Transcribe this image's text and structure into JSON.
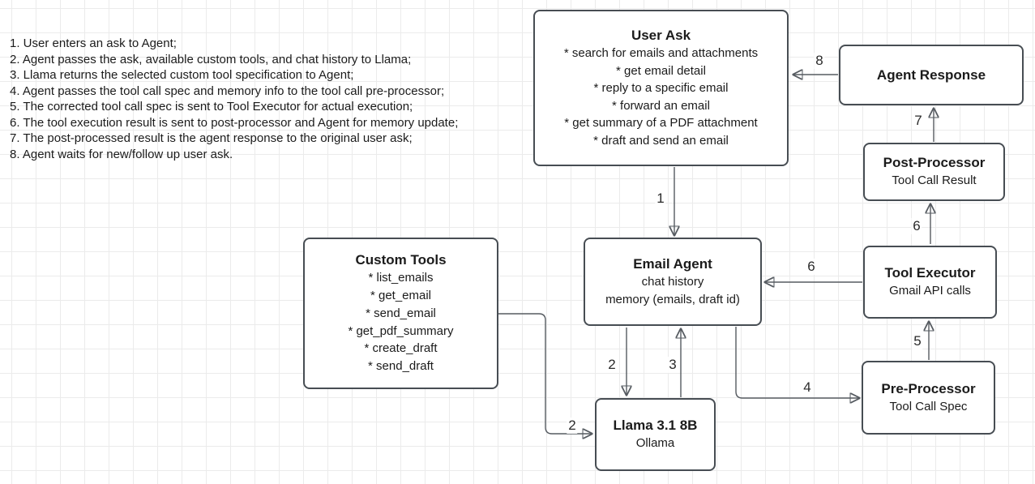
{
  "notes": {
    "lines": [
      "1. User enters an ask to Agent;",
      "2. Agent passes the ask, available custom tools, and chat history to Llama;",
      "3. Llama returns the selected custom tool specification to Agent;",
      "4. Agent passes the tool call spec and memory info to the tool call pre-processor;",
      "5. The corrected tool call spec is sent to Tool Executor for actual execution;",
      "6. The tool execution result is sent to post-processor and Agent for memory update;",
      "7. The post-processed result is the agent response to the original user ask;",
      "8. Agent waits for new/follow up user ask."
    ]
  },
  "boxes": {
    "user_ask": {
      "title": "User Ask",
      "items": [
        "* search for emails and attachments",
        "* get email detail",
        "* reply to a specific email",
        "* forward an email",
        "* get summary of a PDF attachment",
        "* draft and send an email"
      ]
    },
    "agent_response": {
      "title": "Agent Response"
    },
    "post_processor": {
      "title": "Post-Processor",
      "subtitle": "Tool Call Result"
    },
    "tool_executor": {
      "title": "Tool Executor",
      "subtitle": "Gmail API calls"
    },
    "pre_processor": {
      "title": "Pre-Processor",
      "subtitle": "Tool Call Spec"
    },
    "email_agent": {
      "title": "Email Agent",
      "lines": [
        "chat history",
        "memory (emails, draft id)"
      ]
    },
    "custom_tools": {
      "title": "Custom Tools",
      "items": [
        "* list_emails",
        "* get_email",
        "* send_email",
        "* get_pdf_summary",
        "* create_draft",
        "* send_draft"
      ]
    },
    "llama": {
      "title": "Llama 3.1 8B",
      "subtitle": "Ollama"
    }
  },
  "edge_labels": {
    "e1": "1",
    "e2_agent_to_llama": "2",
    "e2_tools_to_llama": "2",
    "e3": "3",
    "e4": "4",
    "e5": "5",
    "e6_executor_to_agent": "6",
    "e6_executor_to_post": "6",
    "e7": "7",
    "e8": "8"
  },
  "colors": {
    "node_border": "#474d53",
    "arrow": "#565b61",
    "text": "#1b1b1b",
    "grid_line": "#ebebeb",
    "background": "#ffffff"
  }
}
